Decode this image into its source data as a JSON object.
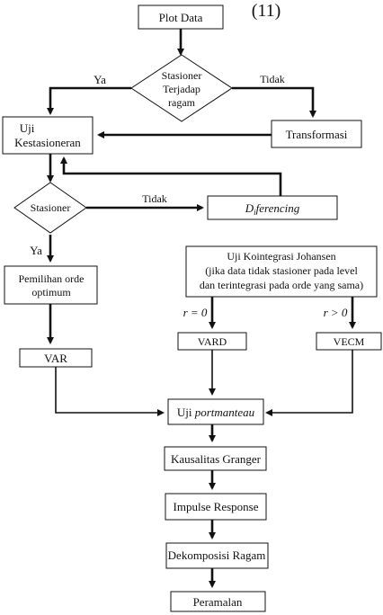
{
  "page": {
    "equation_number": "(11)"
  },
  "nodes": {
    "plot_data": "Plot Data",
    "decision_variance": [
      "Stasioner",
      "Terjadap",
      "ragam"
    ],
    "transformasi": "Transformasi",
    "uji_kestasioneran": [
      "Uji",
      "Kestasioneran"
    ],
    "decision_stationary": "Stasioner",
    "differencing_prefix": "D",
    "differencing_sub": "i",
    "differencing_suffix": "ferencing",
    "pemilihan_orde": [
      "Pemilihan orde",
      "optimum"
    ],
    "kointegrasi": [
      "Uji Kointegrasi Johansen",
      "(jika data tidak stasioner pada level",
      "dan terintegrasi pada orde yang sama)"
    ],
    "var": "VAR",
    "vard": "VARD",
    "vecm": "VECM",
    "uji_portmanteau_plain": "Uji",
    "uji_portmanteau_italic": "portmanteau",
    "kausalitas": "Kausalitas Granger",
    "impulse": "Impulse Response",
    "dekomposisi": "Dekomposisi Ragam",
    "peramalan": "Peramalan"
  },
  "edge_labels": {
    "ya_top": "Ya",
    "tidak_top": "Tidak",
    "tidak_mid": "Tidak",
    "ya_mid": "Ya",
    "r_eq_0": "r = 0",
    "r_gt_0": "r > 0"
  }
}
